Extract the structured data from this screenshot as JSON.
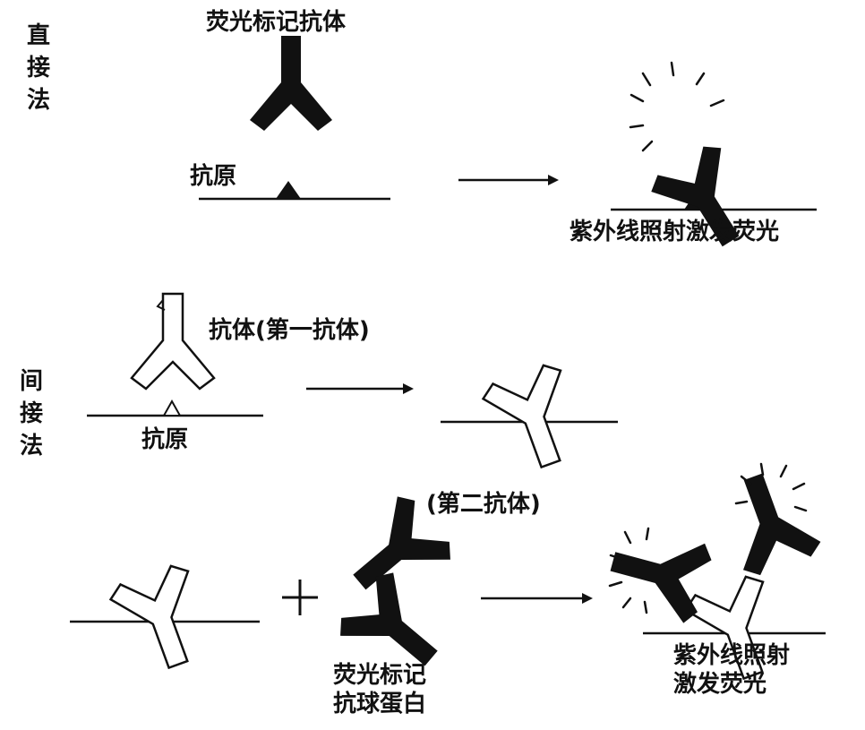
{
  "diagram": {
    "direct_method": {
      "side_label": "直接法",
      "antibody_label": "荧光标记抗体",
      "antigen_label": "抗原",
      "result_label": "紫外线照射激发荧光"
    },
    "indirect_method": {
      "side_label": "间接法",
      "primary_antibody_label": "抗体(第一抗体)",
      "antigen_label": "抗原",
      "secondary_antibody_label": "(第二抗体)",
      "labeled_globulin_label": "荧光标记\n抗球蛋白",
      "result_label": "紫外线照射\n激发荧光",
      "plus_sign": "+"
    }
  }
}
